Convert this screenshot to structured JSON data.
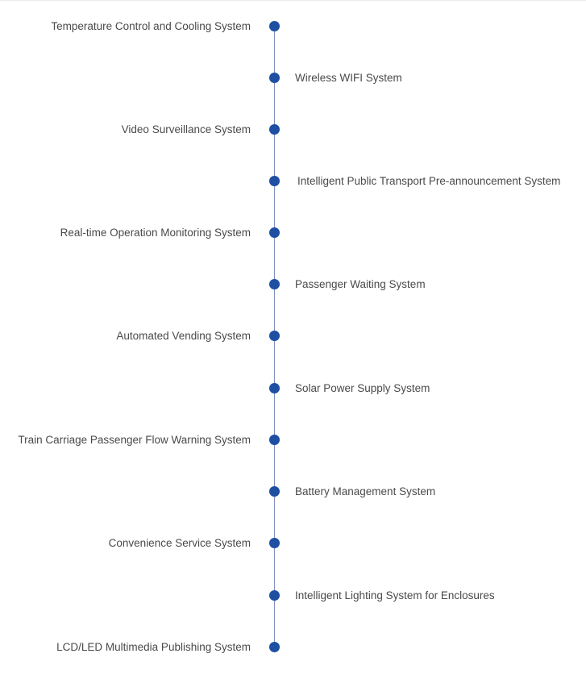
{
  "timeline": {
    "accent_color": "#1f4fa3",
    "items": [
      {
        "label": "Temperature Control and Cooling System",
        "side": "left"
      },
      {
        "label": "Wireless WIFI System",
        "side": "right"
      },
      {
        "label": "Video Surveillance System",
        "side": "left"
      },
      {
        "label": "Intelligent Public Transport Pre-announcement System",
        "side": "right"
      },
      {
        "label": "Real-time Operation Monitoring System",
        "side": "left"
      },
      {
        "label": "Passenger Waiting System",
        "side": "right"
      },
      {
        "label": "Automated Vending System",
        "side": "left"
      },
      {
        "label": "Solar Power Supply System",
        "side": "right"
      },
      {
        "label": "Train Carriage Passenger Flow Warning System",
        "side": "left"
      },
      {
        "label": "Battery Management System",
        "side": "right"
      },
      {
        "label": "Convenience Service System",
        "side": "left"
      },
      {
        "label": "Intelligent Lighting System for Enclosures",
        "side": "right"
      },
      {
        "label": "LCD/LED Multimedia Publishing System",
        "side": "left"
      }
    ]
  }
}
